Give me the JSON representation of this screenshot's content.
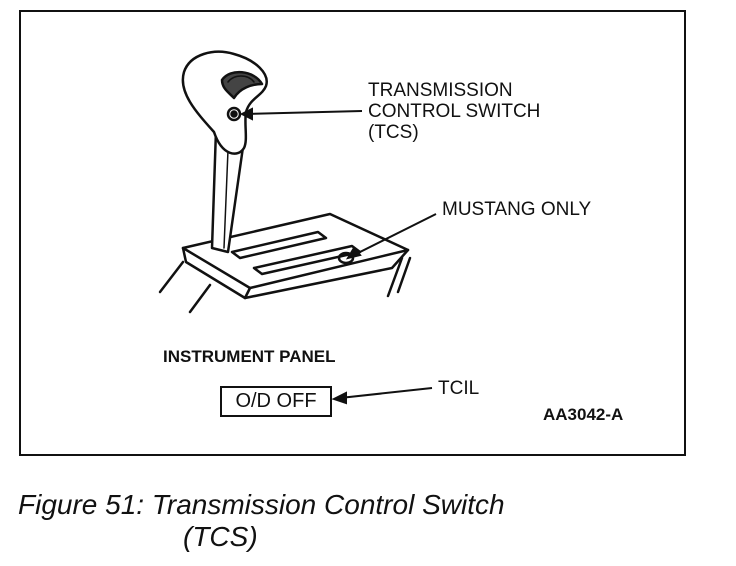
{
  "diagram": {
    "callout_tcs": [
      "TRANSMISSION",
      "CONTROL SWITCH",
      "(TCS)"
    ],
    "callout_mustang": "MUSTANG ONLY",
    "instrument_panel": "INSTRUMENT PANEL",
    "indicator_text": "O/D OFF",
    "callout_tcil": "TCIL",
    "figure_id": "AA3042-A"
  },
  "caption": {
    "line1": "Figure 51: Transmission Control Switch",
    "line2": "(TCS)"
  }
}
